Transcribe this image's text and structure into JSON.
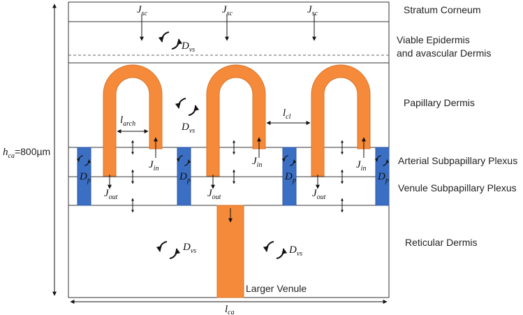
{
  "layers": {
    "stratum_corneum": "Stratum Corneum",
    "viable_epidermis_line1": "Viable Epidermis",
    "viable_epidermis_line2": "and avascular Dermis",
    "papillary_dermis": "Papillary Dermis",
    "arterial_plexus": "Arterial Subpapillary Plexus",
    "venule_plexus": "Venule Subpapillary Plexus",
    "reticular_dermis": "Reticular Dermis"
  },
  "labels": {
    "larger_venule": "Larger Venule",
    "height_symbol": "h",
    "height_sub": "ca",
    "height_value": "=800µm",
    "width_symbol": "l",
    "width_sub": "ca"
  },
  "symbols": {
    "J": "J",
    "D": "D",
    "l": "l",
    "sc": "sc",
    "vs": "vs",
    "p": "p",
    "in": "in",
    "out": "out",
    "arch": "arch",
    "cl": "cl"
  },
  "colors": {
    "capillary": "#f58a3a",
    "capillary_edge": "#d9732a",
    "plexus": "#3b6fc4",
    "plexus_edge": "#2c56a0",
    "line": "#333333"
  }
}
